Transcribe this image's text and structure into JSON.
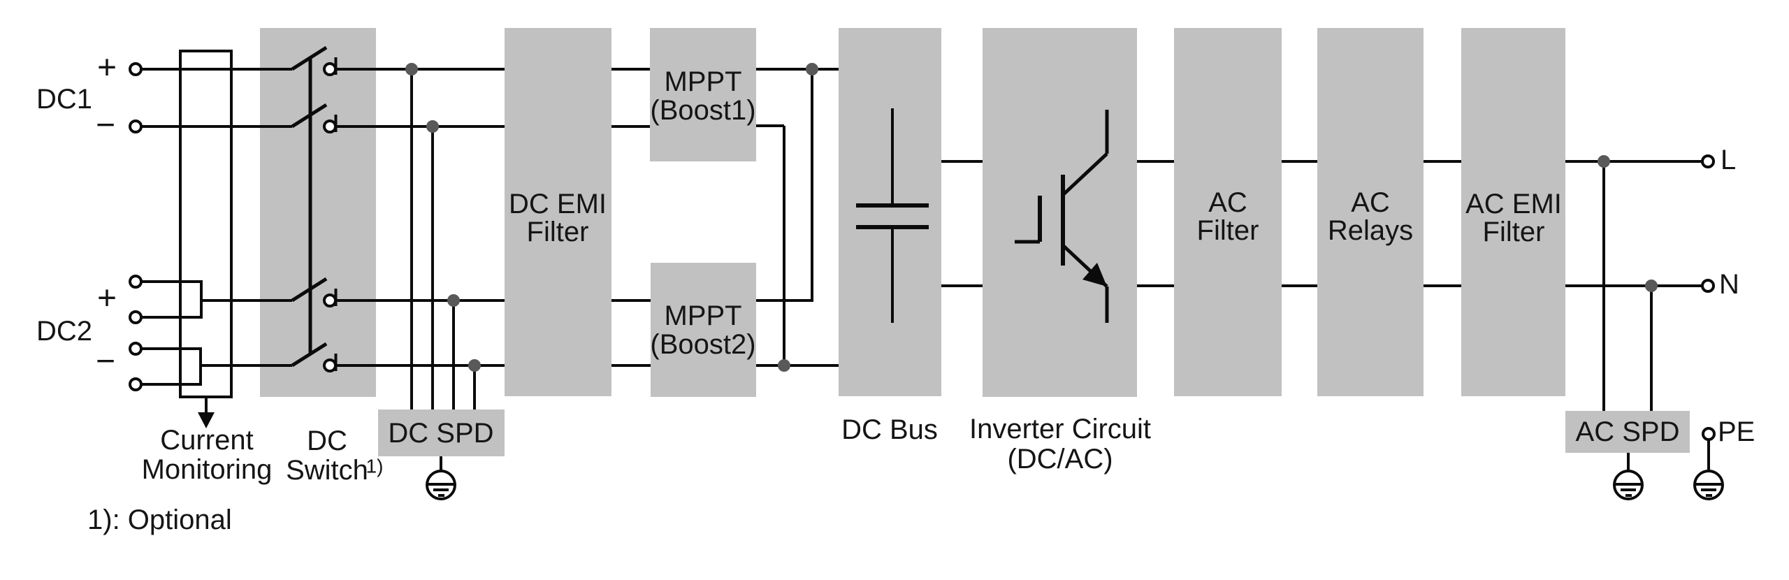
{
  "colors": {
    "background": "#ffffff",
    "box_fill": "#c1c1c1",
    "wire": "#0b0b0b",
    "junction_dot": "#595959",
    "text": "#151515"
  },
  "source": {
    "dc1": {
      "name": "DC1",
      "plus": "+",
      "minus": "−"
    },
    "dc2": {
      "name": "DC2",
      "plus": "+",
      "minus": "−"
    }
  },
  "blocks": {
    "current_monitoring": {
      "line1": "Current",
      "line2": "Monitoring"
    },
    "dc_switch": {
      "line1": "DC",
      "line2": "Switch",
      "footnote_ref": "1)"
    },
    "dc_spd": {
      "label": "DC SPD"
    },
    "dc_emi_filter": {
      "line1": "DC EMI",
      "line2": "Filter"
    },
    "mppt_boost1": {
      "line1": "MPPT",
      "line2": "(Boost1)"
    },
    "mppt_boost2": {
      "line1": "MPPT",
      "line2": "(Boost2)"
    },
    "dc_bus": {
      "label": "DC Bus"
    },
    "inverter": {
      "line1": "Inverter Circuit",
      "line2": "(DC/AC)"
    },
    "ac_filter": {
      "line1": "AC",
      "line2": "Filter"
    },
    "ac_relays": {
      "line1": "AC",
      "line2": "Relays"
    },
    "ac_emi_filter": {
      "line1": "AC EMI",
      "line2": "Filter"
    },
    "ac_spd": {
      "label": "AC SPD"
    }
  },
  "outputs": {
    "line": "L",
    "neutral": "N",
    "pe": "PE"
  },
  "footnote": "1): Optional"
}
